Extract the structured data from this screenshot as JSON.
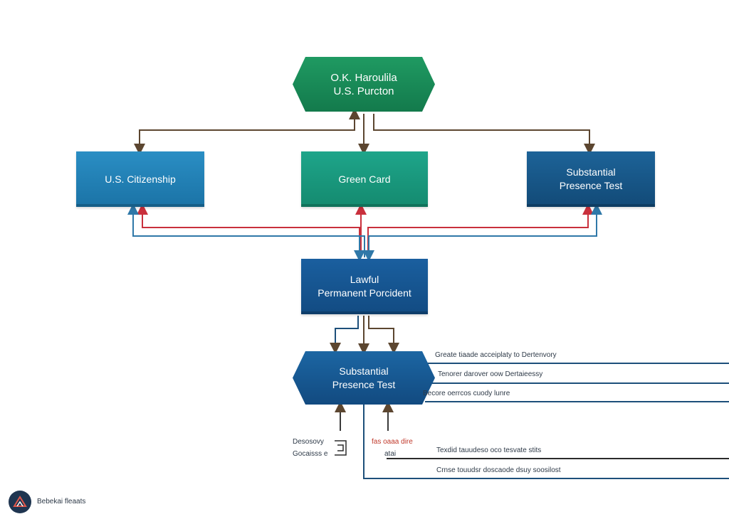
{
  "nodes": {
    "top": {
      "line1": "O.K. Haroulila",
      "line2": "U.S. Purcton"
    },
    "citizenship": {
      "line1": "U.S. Citizenship"
    },
    "greencard": {
      "line1": "Green Card"
    },
    "substantial_top": {
      "line1": "Substantial",
      "line2": "Presence Test"
    },
    "lawful": {
      "line1": "Lawful",
      "line2": "Permanent Porcident"
    },
    "substantial_bottom": {
      "line1": "Substantial",
      "line2": "Presence Test"
    }
  },
  "notes": {
    "right1": "Greate tiaade acceiplaty to Dertenvory",
    "right2": "Tenorer darover oow Dertaieessy",
    "right3": "Becore oerrcos cuody lunre",
    "right4": "Texdid tauudeso oco tesvate stits",
    "right5": "Crnse touudsr doscaode dsuy soosilost",
    "left_a1": "Desosovy",
    "left_a2": "Gocaisss e",
    "mid_a1": "fas oaaa dire",
    "mid_a2": "atai"
  },
  "footer": {
    "label": "Bebekai fleaats"
  },
  "colors": {
    "brown": "#5c4630",
    "red": "#c9303c",
    "blue": "#2f78a8",
    "navy": "#1d4f7a"
  }
}
